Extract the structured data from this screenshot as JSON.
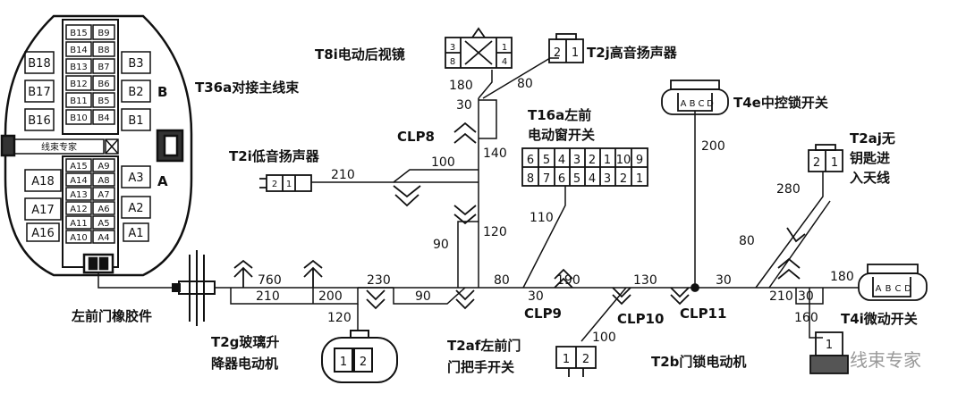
{
  "connector_t36a": {
    "label": "T36a对接主线束",
    "block_b_label": "B",
    "block_a_label": "A",
    "b_left": [
      "B18",
      "B17",
      "B16"
    ],
    "b_middle_left": [
      "B15",
      "B14",
      "B13",
      "B12",
      "B11",
      "B10"
    ],
    "b_middle_right": [
      "B9",
      "B8",
      "B7",
      "B6",
      "B5",
      "B4"
    ],
    "b_right": [
      "B3",
      "B2",
      "B1"
    ],
    "a_left": [
      "A18",
      "A17",
      "A16"
    ],
    "a_middle_left": [
      "A15",
      "A14",
      "A13",
      "A12",
      "A11",
      "A10"
    ],
    "a_middle_right": [
      "A9",
      "A8",
      "A7",
      "A6",
      "A5",
      "A4"
    ],
    "a_right": [
      "A3",
      "A2",
      "A1"
    ],
    "strip_text": "线束专家"
  },
  "components": {
    "t8i": {
      "label": "T8i电动后视镜",
      "pins": [
        "3",
        "8",
        "1",
        "4"
      ]
    },
    "t2j": {
      "label": "T2j高音扬声器",
      "pins": [
        "2",
        "1"
      ]
    },
    "t4e": {
      "label": "T4e中控锁开关",
      "pins": [
        "A",
        "B",
        "C",
        "D"
      ]
    },
    "t16a": {
      "label_line1": "T16a左前",
      "label_line2": "电动窗开关",
      "row1": [
        "6",
        "5",
        "4",
        "3",
        "2",
        "1",
        "10",
        "9"
      ],
      "row2": [
        "8",
        "7",
        "6",
        "5",
        "4",
        "3",
        "2",
        "1"
      ]
    },
    "t2aj": {
      "label_line1": "T2aj无",
      "label_line2": "钥匙进",
      "label_line3": "入天线",
      "pins": [
        "2",
        "1"
      ]
    },
    "t2i": {
      "label": "T2i低音扬声器",
      "pins": [
        "2",
        "1"
      ]
    },
    "t4i": {
      "label": "T4i微动开关",
      "pins": [
        "A",
        "B",
        "C",
        "D"
      ]
    },
    "t2g": {
      "label_line1": "T2g玻璃升",
      "label_line2": "降器电动机",
      "pins": [
        "1",
        "2"
      ]
    },
    "t2af": {
      "label_line1": "T2af左前门",
      "label_line2": "门把手开关",
      "pins": [
        "1",
        "2"
      ]
    },
    "t2b": {
      "label": "T2b门锁电动机",
      "pins": [
        "1"
      ]
    },
    "grommet": {
      "label": "左前门橡胶件"
    }
  },
  "clips": {
    "clp8": "CLP8",
    "clp9": "CLP9",
    "clp10": "CLP10",
    "clp11": "CLP11"
  },
  "lengths": {
    "n180_top": "180",
    "n80_t2j": "80",
    "n30_top": "30",
    "n140": "140",
    "n100_t2i": "100",
    "n210_t2i": "210",
    "n90_v": "90",
    "n120_v": "120",
    "n110": "110",
    "n200_t4e": "200",
    "n280": "280",
    "n80_diag": "80",
    "n760": "760",
    "n210_bottom": "210",
    "n200_bottom": "200",
    "n230": "230",
    "n90_bottom": "90",
    "n80_bottom": "80",
    "n30_clp9": "30",
    "n190": "190",
    "n130": "130",
    "n30_right": "30",
    "n180_right": "180",
    "n210_right": "210",
    "n30_box": "30",
    "n120_t2g": "120",
    "n100_t2af": "100",
    "n160": "160"
  },
  "watermark": {
    "text": "线束专家"
  }
}
